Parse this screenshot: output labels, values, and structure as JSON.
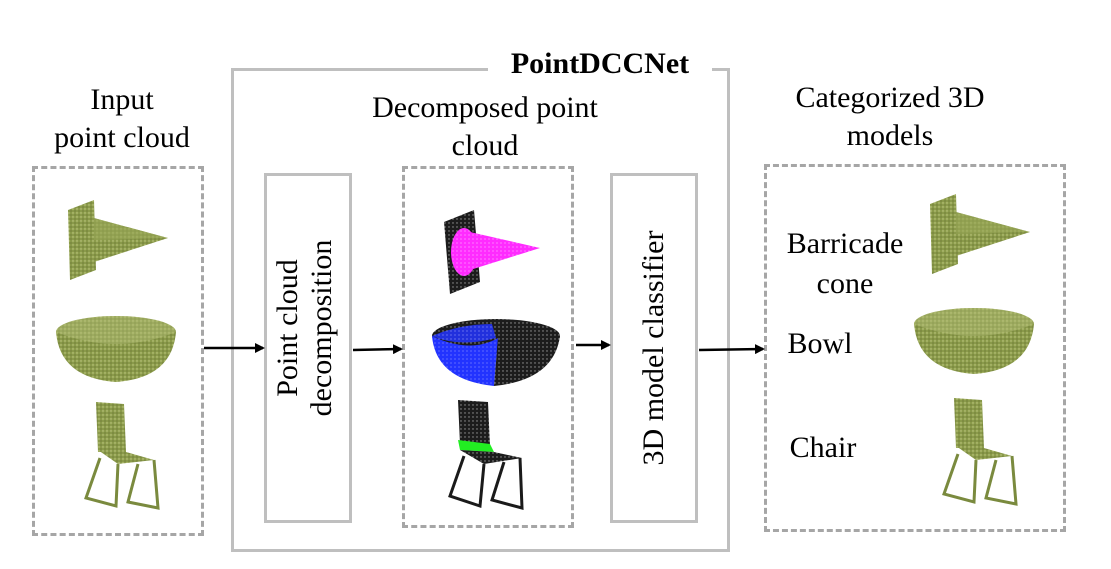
{
  "title": "PointDCCNet",
  "input": {
    "label_line1": "Input",
    "label_line2": "point cloud"
  },
  "decomposed": {
    "label_line1": "Decomposed point",
    "label_line2": "cloud"
  },
  "decomposition_block": {
    "line1": "Point cloud",
    "line2": "decomposition"
  },
  "classifier_block": {
    "label": "3D model classifier"
  },
  "output": {
    "label_line1": "Categorized 3D",
    "label_line2": "models",
    "categories": [
      {
        "line1": "Barricade",
        "line2": "cone"
      },
      {
        "line1": "Bowl"
      },
      {
        "line1": "Chair"
      }
    ]
  },
  "colors": {
    "olive": "#8a9a4a",
    "olive_dark": "#6f7d35",
    "magenta": "#ff1fff",
    "blue": "#1f2bff",
    "green": "#22ee22",
    "dark": "#222222",
    "dash_border": "#a6a6a6",
    "solid_border": "#bfbfbf"
  },
  "icons": [
    "barricade-cone-model",
    "bowl-model",
    "chair-model",
    "arrow"
  ]
}
